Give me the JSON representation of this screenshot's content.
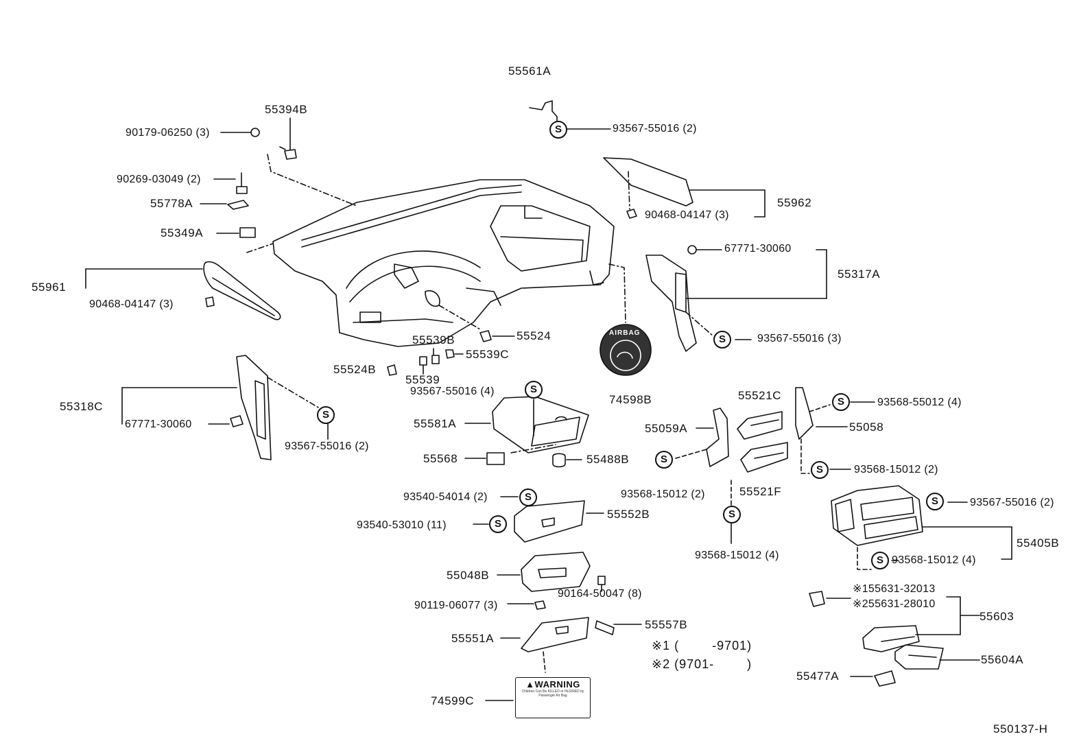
{
  "figure_code": "550137-H",
  "warning_label": {
    "heading": "WARNING",
    "small_text": "Children Can Be KILLED or INJURED by Passenger Air Bag"
  },
  "airbag_emblem_text": "AIRBAG",
  "service_mark": "S",
  "notes": [
    {
      "mark": "※1",
      "range": "(        -9701)"
    },
    {
      "mark": "※2",
      "range": "(9701-        )"
    }
  ],
  "parts": {
    "p55561A": "55561A",
    "p93567_55016_2_top": "93567-55016 (2)",
    "p55394B": "55394B",
    "p90179_06250": "90179-06250 (3)",
    "p90269_03049": "90269-03049 (2)",
    "p55778A": "55778A",
    "p55349A": "55349A",
    "p55961": "55961",
    "p90468_04147_left": "90468-04147 (3)",
    "p55962": "55962",
    "p90468_04147_right": "90468-04147 (3)",
    "p67771_30060_right": "67771-30060",
    "p55317A": "55317A",
    "p93567_55016_3": "93567-55016 (3)",
    "p55524": "55524",
    "p55539B": "55539B",
    "p55539C": "55539C",
    "p55524B": "55524B",
    "p55539": "55539",
    "p74598B": "74598B",
    "p55318C": "55318C",
    "p67771_30060_left": "67771-30060",
    "p93567_55016_2_left": "93567-55016 (2)",
    "p93567_55016_4": "93567-55016 (4)",
    "p55581A": "55581A",
    "p55568": "55568",
    "p55488B": "55488B",
    "p93540_54014": "93540-54014 (2)",
    "p93540_53010": "93540-53010 (11)",
    "p55552B": "55552B",
    "p55048B": "55048B",
    "p90164_50047": "90164-50047 (8)",
    "p90119_06077": "90119-06077 (3)",
    "p55551A": "55551A",
    "p55557B": "55557B",
    "p74599C": "74599C",
    "p55521C": "55521C",
    "p55059A": "55059A",
    "p55058": "55058",
    "p93568_55012": "93568-55012 (4)",
    "p93568_15012_2_left": "93568-15012 (2)",
    "p55521F": "55521F",
    "p93568_15012_2_right": "93568-15012 (2)",
    "p93568_15012_4_mid": "93568-15012 (4)",
    "p93567_55016_2_right": "93567-55016 (2)",
    "p55405B": "55405B",
    "p93568_15012_4_right": "93568-15012 (4)",
    "p55631_32013": "※155631-32013",
    "p55631_28010": "※255631-28010",
    "p55603": "55603",
    "p55604A": "55604A",
    "p55477A": "55477A"
  }
}
